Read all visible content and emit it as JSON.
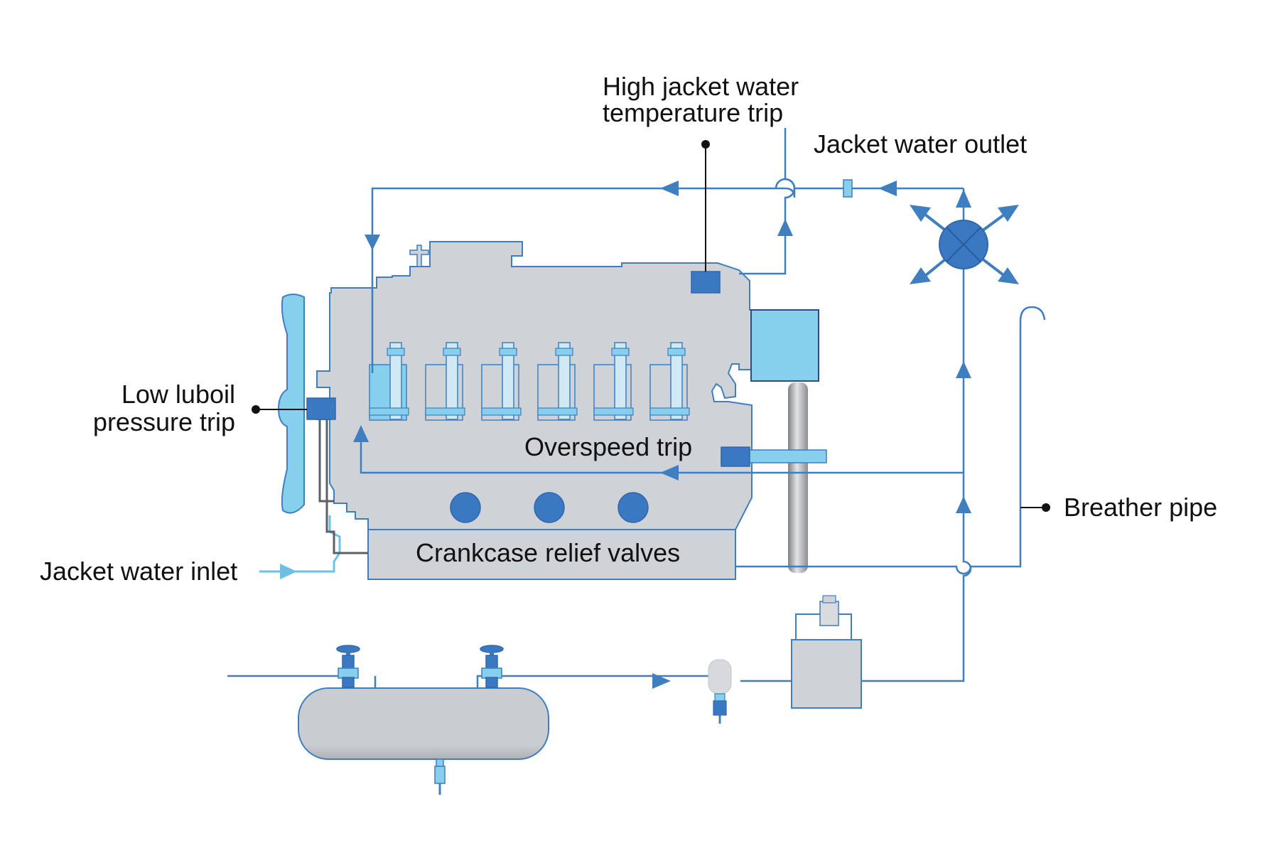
{
  "labels": {
    "high_temp_trip_line1": "High jacket water",
    "high_temp_trip_line2": "temperature trip",
    "jacket_water_outlet": "Jacket water outlet",
    "low_luboil_line1": "Low luboil",
    "low_luboil_line2": "pressure trip",
    "overspeed_trip": "Overspeed trip",
    "breather_pipe": "Breather pipe",
    "crankcase_relief_valves": "Crankcase relief valves",
    "jacket_water_inlet": "Jacket water inlet"
  },
  "colors": {
    "pipe": "#3f7fc0",
    "pipe_light": "#6cc0e6",
    "engine_body": "#cfd2d6",
    "engine_outline": "#3f7fc0",
    "device_dark": "#3a78c2",
    "device_light": "#86d0ee",
    "label_text": "#111111",
    "background": "#ffffff"
  },
  "icons": {
    "fan": "fan-icon",
    "valve": "globe-valve-icon",
    "arrow": "flow-arrow-icon"
  }
}
